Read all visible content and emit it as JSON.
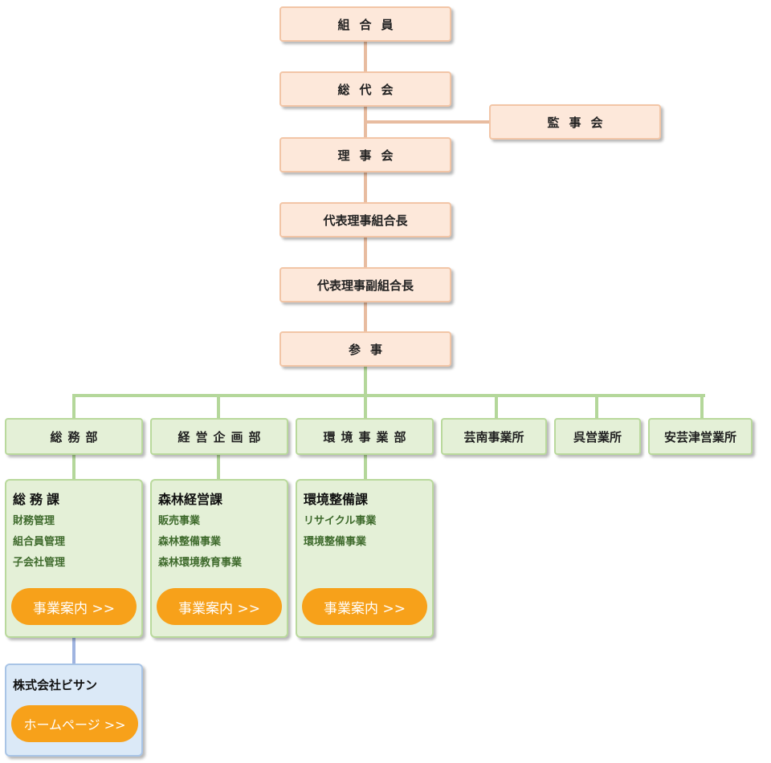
{
  "top_chain": [
    "組合員",
    "総代会",
    "理事会",
    "代表理事組合長",
    "代表理事副組合長",
    "参事"
  ],
  "auditor": "監事会",
  "departments": [
    "総務部",
    "経営企画部",
    "環境事業部",
    "芸南事業所",
    "呉営業所",
    "安芸津営業所"
  ],
  "sections": [
    {
      "title": "総務課",
      "items": [
        "財務管理",
        "組合員管理",
        "子会社管理"
      ],
      "button": "事業案内 >>"
    },
    {
      "title": "森林経営課",
      "items": [
        "販売事業",
        "森林整備事業",
        "森林環境教育事業"
      ],
      "button": "事業案内 >>"
    },
    {
      "title": "環境整備課",
      "items": [
        "リサイクル事業",
        "環境整備事業"
      ],
      "button": "事業案内 >>"
    }
  ],
  "subsidiary": {
    "title": "株式会社ビサン",
    "button": "ホームページ >>"
  },
  "colors": {
    "executive_fill": "#fde8da",
    "executive_border": "#f2c5a6",
    "department_fill": "#e4f0d7",
    "department_border": "#b9d99c",
    "subsidiary_fill": "#dbe9f7",
    "button": "#f7a11a",
    "item_text": "#3e6a2c"
  }
}
